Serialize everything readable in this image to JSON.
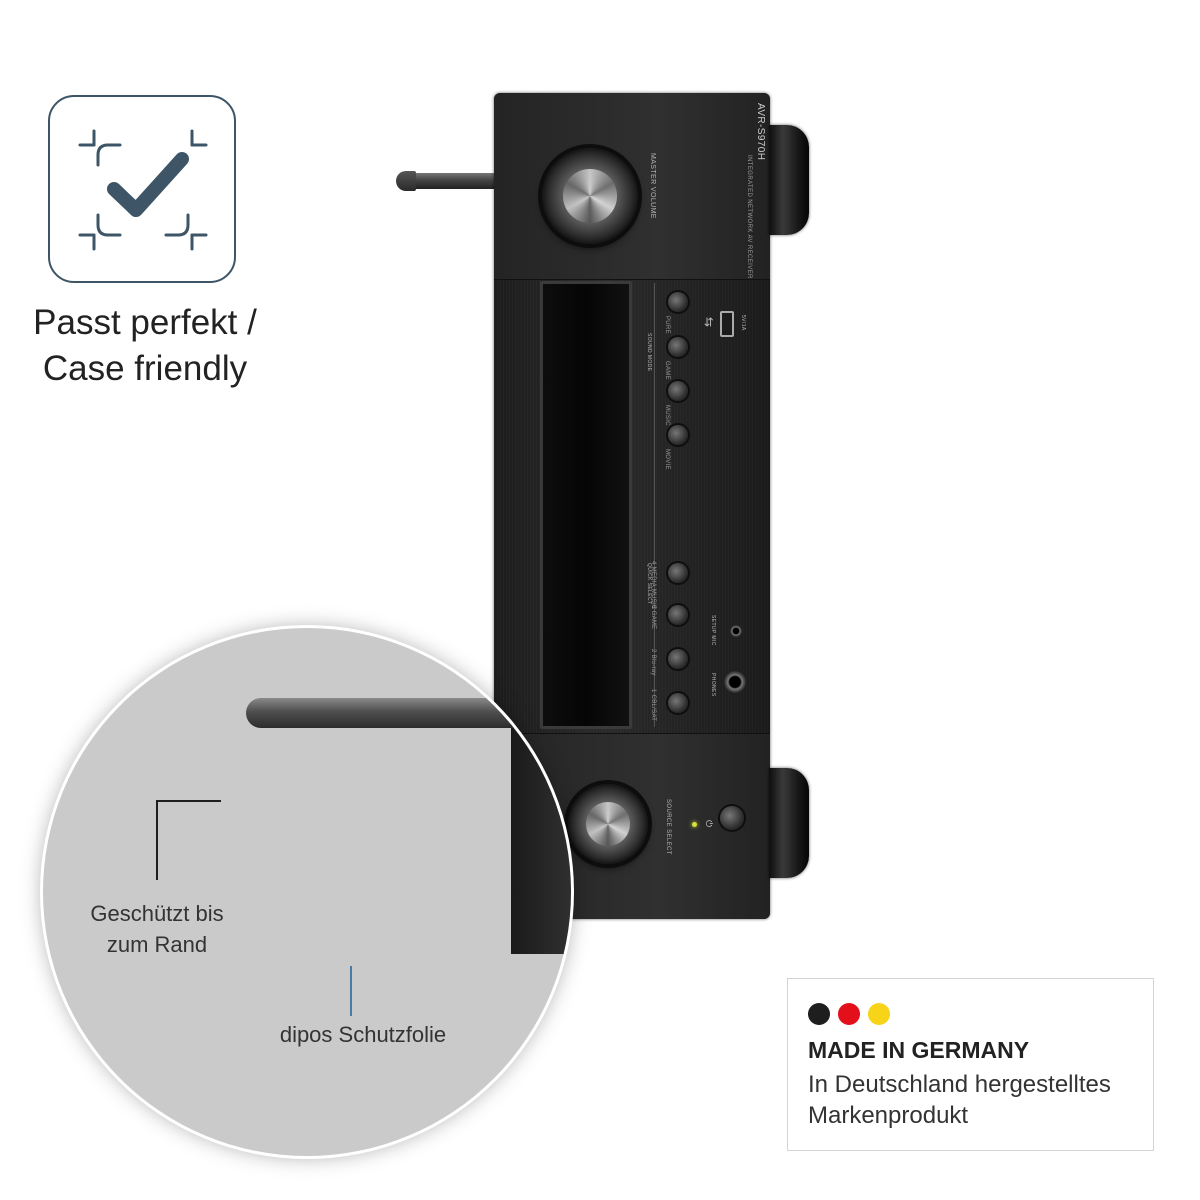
{
  "badge": {
    "icon": "checkmark-frame-icon",
    "caption_line1": "Passt perfekt /",
    "caption_line2": "Case friendly",
    "color": "#3d5566"
  },
  "receiver": {
    "model": "AVR-S970H",
    "subtitle": "INTEGRATED NETWORK AV RECEIVER",
    "volume_label": "MASTER VOLUME",
    "source_label": "SOURCE SELECT",
    "sound_mode_label": "SOUND MODE",
    "quick_select_label": "QUICK SELECT",
    "usb_label": "5V/1A",
    "setup_mic_label": "SETUP MIC",
    "phones_label": "PHONES",
    "sound_mode_buttons": [
      "PURE",
      "GAME",
      "MUSIC",
      "MOVIE"
    ],
    "quick_select_buttons": [
      "4 MEDIA MUSIC",
      "3 GAME",
      "2 Blu-ray",
      "1 CBL/SAT"
    ]
  },
  "magnifier": {
    "label_edge_line1": "Geschützt bis",
    "label_edge_line2": "zum Rand",
    "label_product": "dipos Schutzfolie",
    "tick_color": "#4b7aa8"
  },
  "made_in_germany": {
    "title": "MADE IN GERMANY",
    "line1": "In Deutschland hergestelltes",
    "line2": "Markenprodukt",
    "flag_colors": [
      "#1e1e1e",
      "#e3101b",
      "#f7d417"
    ]
  }
}
